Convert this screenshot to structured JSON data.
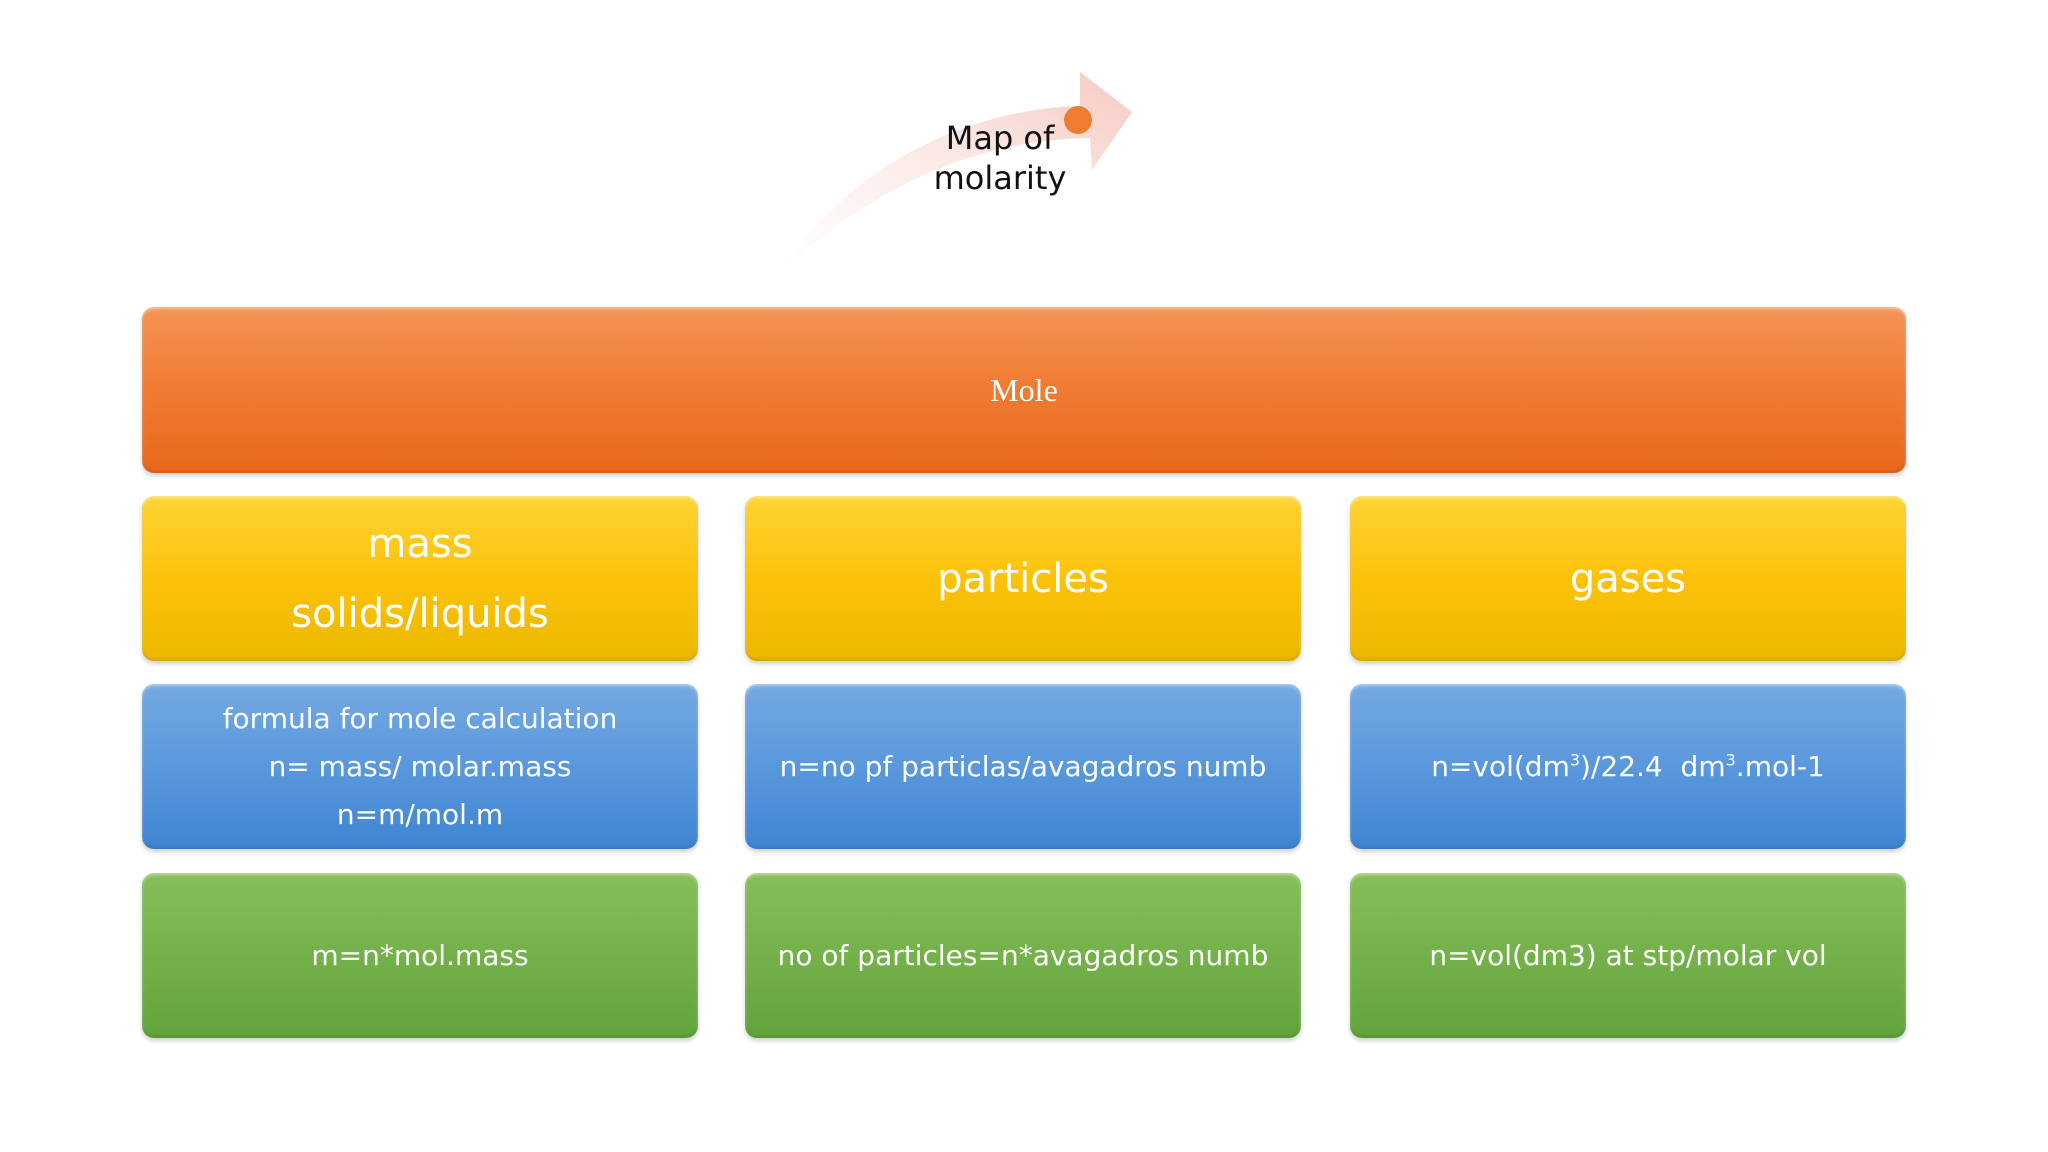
{
  "arrow": {
    "label_line1": "Map of",
    "label_line2": "molarity"
  },
  "colors": {
    "orange": "#ed7d31",
    "yellow": "#fcc20a",
    "blue": "#5a98dc",
    "green": "#74b14a",
    "arrow": "#f8d3cc"
  },
  "mole": {
    "label": "Mole"
  },
  "columns": [
    {
      "heading_lines": [
        "mass",
        "solids/liquids"
      ],
      "formula_lines": [
        "formula for mole calculation",
        "n= mass/ molar.mass",
        "n=m/mol.m"
      ],
      "bottom": "m=n*mol.mass"
    },
    {
      "heading": "particles",
      "formula": "n=no pf particlas/avagadros numb",
      "bottom": "no of particles=n*avagadros numb"
    },
    {
      "heading": "gases",
      "formula_parts": [
        "n=vol(dm",
        "3",
        ")/22.4  dm",
        "3",
        ".mol-1"
      ],
      "bottom": "n=vol(dm3) at stp/molar vol"
    }
  ]
}
